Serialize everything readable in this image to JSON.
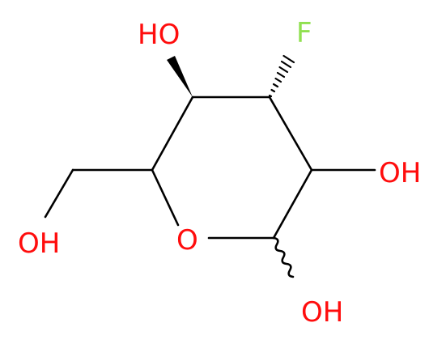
{
  "molecule": {
    "atoms": {
      "oh_top": "HO",
      "f": "F",
      "oh_right": "OH",
      "oh_left": "OH",
      "ring_o": "O",
      "oh_bottom": "OH"
    },
    "colors": {
      "oxygen": "#ff0d0d",
      "fluorine": "#90e050",
      "bond": "#000000",
      "background": "#ffffff"
    }
  }
}
